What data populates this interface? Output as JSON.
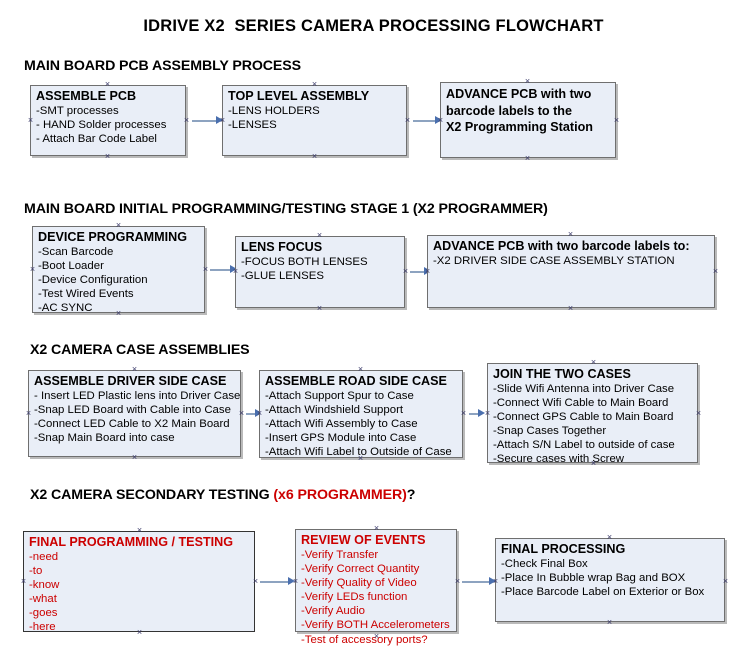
{
  "document": {
    "title": "IDRIVE X2  SERIES CAMERA PROCESSING FLOWCHART"
  },
  "theme": {
    "box_fill": "#e9eef7",
    "box_border": "#6f6f6f",
    "text_color": "#000000",
    "accent_red": "#cc0000",
    "connector_line": "#8da3c0",
    "connector_arrow": "#4a6fae",
    "background": "#ffffff"
  },
  "sections": [
    {
      "id": "main-board-pcb-assembly",
      "heading": "MAIN BOARD PCB ASSEMBLY PROCESS",
      "heading_accent": "",
      "heading_tail": "",
      "boxes": [
        {
          "id": "assemble-pcb",
          "title": "ASSEMBLE PCB",
          "lines": [
            "-SMT processes",
            "- HAND Solder processes",
            "- Attach Bar Code Label"
          ],
          "color": "black"
        },
        {
          "id": "top-level-assembly",
          "title": "TOP LEVEL ASSEMBLY",
          "lines": [
            "-LENS HOLDERS",
            "-LENSES"
          ],
          "color": "black"
        },
        {
          "id": "advance-pcb-programming-station",
          "title": "",
          "big_lines": [
            "ADVANCE PCB with two",
            "barcode labels to the",
            " X2 Programming Station"
          ],
          "lines": [],
          "color": "black"
        }
      ]
    },
    {
      "id": "main-board-initial-programming",
      "heading": "MAIN BOARD INITIAL PROGRAMMING/TESTING STAGE 1 (X2 PROGRAMMER)",
      "heading_accent": "",
      "heading_tail": "",
      "boxes": [
        {
          "id": "device-programming",
          "title": "DEVICE PROGRAMMING",
          "lines": [
            "-Scan Barcode",
            "-Boot Loader",
            "-Device Configuration",
            "-Test Wired Events",
            "-AC SYNC"
          ],
          "color": "black"
        },
        {
          "id": "lens-focus",
          "title": "LENS FOCUS",
          "lines": [
            "-FOCUS BOTH LENSES",
            "-GLUE LENSES"
          ],
          "color": "black"
        },
        {
          "id": "advance-pcb-driver-side-station",
          "title": "ADVANCE PCB with two barcode labels to:",
          "lines": [
            "-X2 DRIVER  SIDE  CASE  ASSEMBLY STATION"
          ],
          "color": "black"
        }
      ]
    },
    {
      "id": "x2-camera-case-assemblies",
      "heading": "X2 CAMERA CASE ASSEMBLIES",
      "heading_accent": "",
      "heading_tail": "",
      "boxes": [
        {
          "id": "assemble-driver-side-case",
          "title": "ASSEMBLE DRIVER SIDE CASE",
          "lines": [
            "- Insert LED Plastic lens into Driver Case",
            "-Snap LED Board with Cable into Case",
            "-Connect LED Cable to X2 Main Board",
            "-Snap Main Board into case"
          ],
          "color": "black"
        },
        {
          "id": "assemble-road-side-case",
          "title": "ASSEMBLE ROAD SIDE CASE",
          "lines": [
            "-Attach Support Spur to Case",
            "-Attach Windshield Support",
            "-Attach Wifi Assembly to Case",
            "-Insert GPS Module into Case",
            "-Attach Wifi Label to Outside of Case"
          ],
          "color": "black"
        },
        {
          "id": "join-the-two-cases",
          "title": "JOIN THE TWO CASES",
          "lines": [
            "-Slide Wifi Antenna into Driver Case",
            "-Connect Wifi Cable to Main Board",
            "-Connect GPS Cable to Main Board",
            "-Snap Cases Together",
            "-Attach S/N Label to outside of case",
            "-Secure cases with Screw"
          ],
          "color": "black"
        }
      ]
    },
    {
      "id": "x2-camera-secondary-testing",
      "heading": "X2 CAMERA SECONDARY TESTING ",
      "heading_accent": "(x6 PROGRAMMER)",
      "heading_tail": "?",
      "boxes": [
        {
          "id": "final-programming-testing",
          "title": "FINAL PROGRAMMING / TESTING",
          "lines": [
            "-need",
            "-to",
            "-know",
            "-what",
            "-goes",
            "-here"
          ],
          "color": "red"
        },
        {
          "id": "review-of-events",
          "title": "REVIEW OF EVENTS",
          "lines": [
            "-Verify Transfer",
            "-Verify Correct Quantity",
            "-Verify Quality of Video",
            "-Verify LEDs function",
            "-Verify Audio",
            "-Verify BOTH Accelerometers"
          ],
          "overflow_line": "-Test of accessory ports?",
          "color": "red"
        },
        {
          "id": "final-processing",
          "title": "FINAL PROCESSING",
          "lines": [
            " -Check Final Box",
            "-Place In Bubble wrap Bag and BOX",
            "-Place Barcode Label on Exterior or Box"
          ],
          "color": "black"
        }
      ]
    }
  ]
}
